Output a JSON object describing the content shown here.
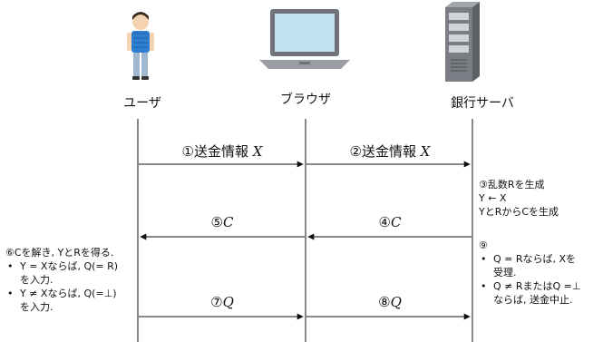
{
  "actors": {
    "user": {
      "label": "ユーザ",
      "icon": "person-icon"
    },
    "browser": {
      "label": "ブラウザ",
      "icon": "laptop-icon"
    },
    "server": {
      "label": "銀行サーバ",
      "icon": "server-icon"
    }
  },
  "messages": [
    {
      "num": "①",
      "text": "送金情報",
      "var": "X",
      "direction": "user-to-browser"
    },
    {
      "num": "②",
      "text": "送金情報",
      "var": "X",
      "direction": "browser-to-server"
    },
    {
      "num": "⑤",
      "text": "",
      "var": "C",
      "direction": "browser-to-user"
    },
    {
      "num": "④",
      "text": "",
      "var": "C",
      "direction": "server-to-browser"
    },
    {
      "num": "⑦",
      "text": "",
      "var": "Q",
      "direction": "user-to-browser"
    },
    {
      "num": "⑧",
      "text": "",
      "var": "Q",
      "direction": "browser-to-server"
    }
  ],
  "server_note_1": {
    "line1": "③乱数Rを生成",
    "line2": "Y ← X",
    "line3": "YとRからCを生成"
  },
  "user_note": {
    "title": "⑥Cを解き, YとRを得る.",
    "bullet1_a": "Y = Xならば, Q(= R)",
    "bullet1_b": "を入力.",
    "bullet2_a": "Y ≠ Xならば, Q(=⊥)",
    "bullet2_b": "を入力."
  },
  "server_note_2": {
    "title": "⑨",
    "bullet1_a": "Q = Rならば, Xを",
    "bullet1_b": "受理.",
    "bullet2_a": "Q ≠ RまたはQ =⊥",
    "bullet2_b": "ならば, 送金中止."
  }
}
